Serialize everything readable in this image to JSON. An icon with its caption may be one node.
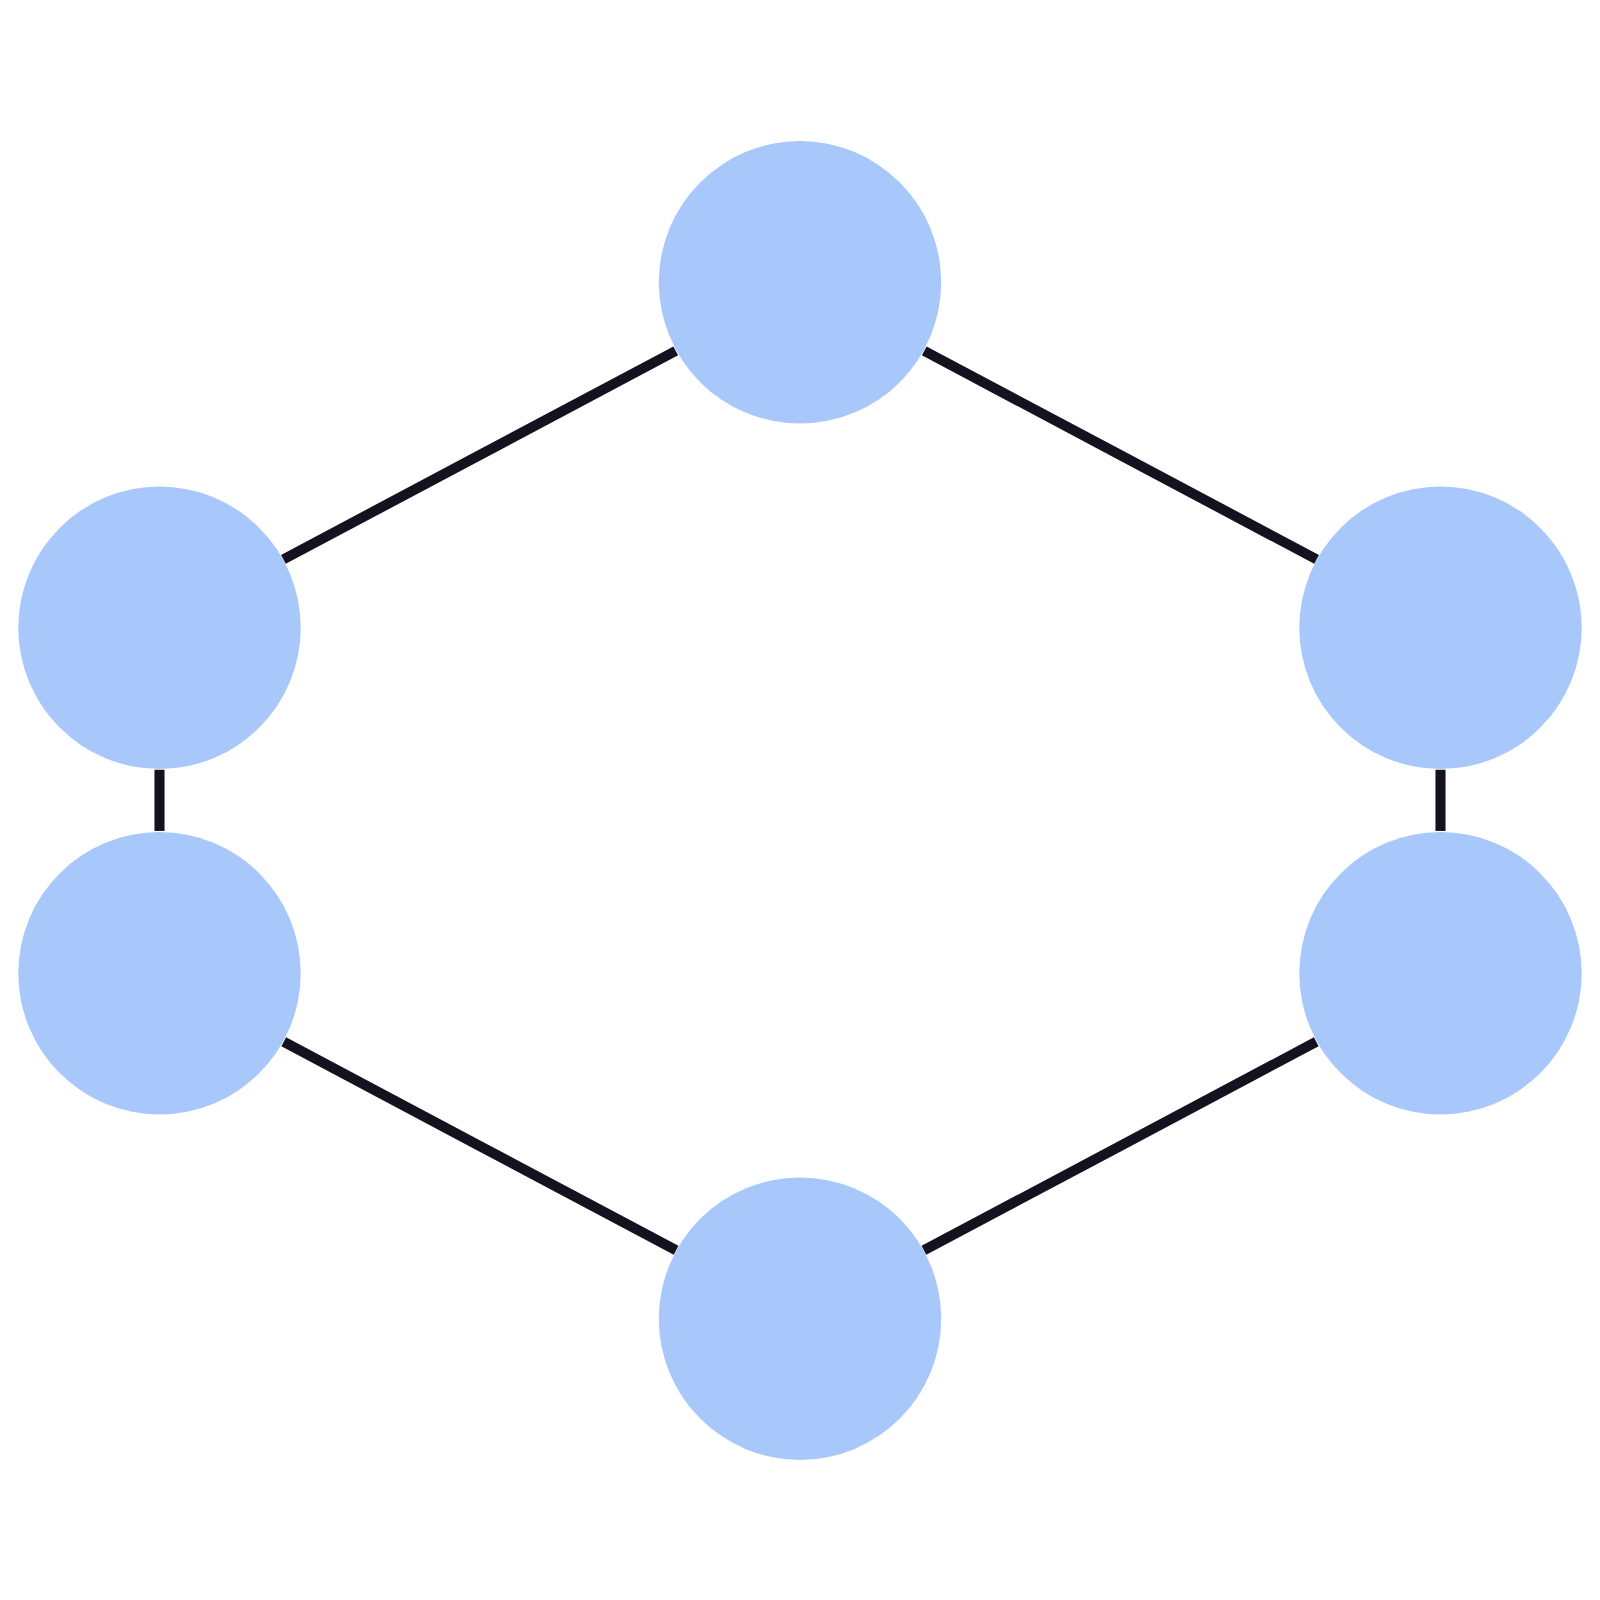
{
  "diagram": {
    "nodes": [
      {
        "text": [],
        "shape": "circle"
      },
      {
        "text": [],
        "shape": "circle"
      },
      {
        "text": [],
        "shape": "circle"
      },
      {
        "text": [],
        "shape": "circle"
      },
      {
        "text": [],
        "shape": "circle"
      },
      {
        "text": [],
        "shape": "circle"
      }
    ],
    "edges": [
      {
        "from": 0,
        "to": 1,
        "arrow": "none"
      },
      {
        "from": 0,
        "to": 2,
        "arrow": "none"
      },
      {
        "from": 1,
        "to": 3,
        "arrow": "none"
      },
      {
        "from": 2,
        "to": 4,
        "arrow": "none"
      },
      {
        "from": 3,
        "to": 5,
        "arrow": "none"
      },
      {
        "from": 4,
        "to": 5,
        "arrow": "none"
      }
    ]
  }
}
